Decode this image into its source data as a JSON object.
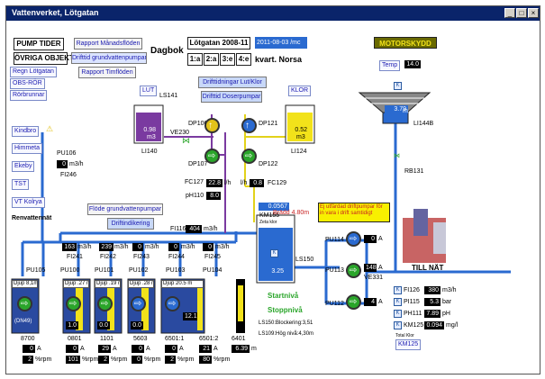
{
  "window": {
    "title": "Vattenverket, Lötgatan",
    "min": "_",
    "max": "□",
    "close": "×"
  },
  "nav": {
    "pump_tider": "PUMP TIDER",
    "ovriga": "ÖVRIGA OBJEKT",
    "rapport_man": "Rapport Månadsflöden",
    "drifttid_grund": "Drifttid grundvattenpumpar",
    "rapport_tim": "Rapport Timflöden",
    "dagbok": "Dagbok",
    "regn": "Regn Lötgatan",
    "obs_ror": "OBS-RÖR",
    "rorbrunnar": "Rörbrunnar",
    "kindbro": "Kindbro",
    "himmeta": "Himmeta",
    "ekeby": "Ekeby",
    "tst": "TST",
    "vt": "VT Kolrya",
    "renvatten": "Renvattennät"
  },
  "header": {
    "lotgatan": "Lötgatan 2008-11",
    "date": "2011-08-03 /mc",
    "kvart": "kvart. Norsa",
    "quarters": [
      "1:a",
      "2:a",
      "3:e",
      "4:e"
    ],
    "motorskydd": "MOTORSKYDD",
    "drifttid_lut": "Drifttidningar Lut/Klor",
    "drifttid_dos": "Drifttid Doserpumpar",
    "flode_grund": "Flöde grundvattenpumpar",
    "driftind": "Driftindikering"
  },
  "dosing": {
    "lut": "LUT",
    "ls141": "LS141",
    "lut_val": "0.98",
    "lut_unit": "m3",
    "li140": "LI140",
    "ve230": "VE230",
    "dp106": "DP106",
    "dp107": "DP107",
    "dp121": "DP121",
    "dp122": "DP122",
    "klor": "KLOR",
    "klor_val": "0.52",
    "klor_unit": "m3",
    "li124": "LI124",
    "fc127": "FC127",
    "fc127_val": "22.8",
    "fc127_unit": "l/h",
    "ph110": "pH110",
    "ph110_val": "8.0",
    "lh": "l/h",
    "lh_val": "0.8",
    "fc129": "FC129"
  },
  "reservoir": {
    "km155": "KM155",
    "km155_val": "0.0567",
    "km155_sub": "Zeta klor",
    "bradd": "Brädd 4.80m",
    "ls150": "LS150",
    "level_val": "3.25",
    "startniva": "Startnivå",
    "stoppniva": "Stoppnivå",
    "ls150_note": "LS150:Blockering:3,51",
    "ls109_note": "LS109:Hög nivå:4,30m"
  },
  "right": {
    "temp_label": "Temp",
    "temp_val": "14.0",
    "li144b": "LI144B",
    "li144b_val": "3.79",
    "li144b_unit": "m",
    "rb131": "RB131",
    "till_nat": "TILL NÄT",
    "warn": "Ej utfärdad driftpumpar för in vara i drift samtidigt",
    "pu114": "PU114",
    "pu114_val": "0",
    "pu113": "PU113",
    "pu113_val": "148",
    "pu112": "PU112",
    "pu112_val": "4",
    "amp": "A",
    "ve331": "VE331",
    "fi126": "FI126",
    "fi126_val": "380",
    "fi126_unit": "m3/h",
    "pi115": "PI115",
    "pi115_val": "5.3",
    "pi115_unit": "bar",
    "ph111": "PH111",
    "ph111_val": "7.89",
    "ph111_unit": "pH",
    "km125": "KM125",
    "km125_val": "0.094",
    "km125_unit": "mg/l",
    "total_klor": "Total Klor",
    "km125_btn": "KM125"
  },
  "wells": {
    "pu106": "PU106",
    "pu106_val": "0",
    "pu106_unit": "m3/h",
    "fi246": "FI246",
    "fi116": "FI116",
    "fi116_val": "404",
    "fi116_unit": "m3/h",
    "pu105": "PU105",
    "pu100": "PU100",
    "pu101": "PU101",
    "pu102": "PU102",
    "pu103": "PU103",
    "pu104": "PU104",
    "flows": [
      {
        "val": "163",
        "id": "FI241"
      },
      {
        "val": "239",
        "id": "FI242"
      },
      {
        "val": "0",
        "id": "FI243"
      },
      {
        "val": "0",
        "id": "FI244"
      },
      {
        "val": "0",
        "id": "FI245"
      }
    ],
    "flow_unit": "m3/h",
    "tanks": [
      {
        "val": "",
        "ind": "(DN49)",
        "hdr": "Djup 8,1m"
      },
      {
        "val": "1.0",
        "ind": "",
        "hdr": "Djup .27 m"
      },
      {
        "val": "0.0",
        "ind": "",
        "hdr": "Djup .19 m"
      },
      {
        "val": "0.0",
        "ind": "",
        "hdr": "Djup .28 m"
      },
      {
        "val": "12.1",
        "ind": "",
        "hdr": "Djup 20.5 m"
      }
    ],
    "ids": [
      "8700",
      "0801",
      "1101",
      "5603",
      "6501:1",
      "6501:2",
      "6401"
    ],
    "amps": [
      "0",
      "0",
      "29",
      "0",
      "0",
      "21",
      "6.39"
    ],
    "freqs": [
      "2",
      "101",
      "2",
      "0",
      "2",
      "80"
    ],
    "amp_unit": "A",
    "freq_unit": "%rpm",
    "last_unit": "m"
  }
}
